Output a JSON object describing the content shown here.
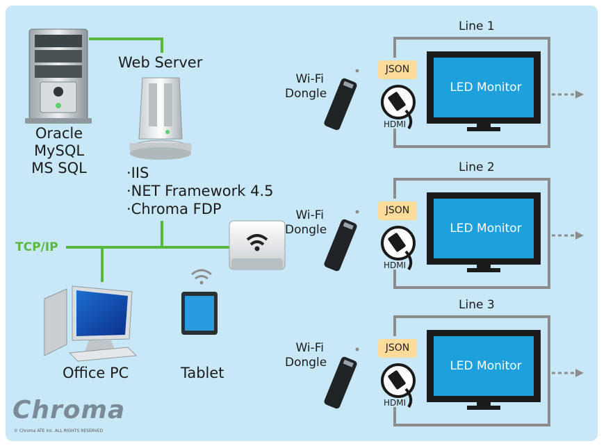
{
  "server": {
    "db_lines": [
      "Oracle",
      "MySQL",
      "MS SQL"
    ],
    "web_server_title": "Web Server",
    "web_server_specs": [
      "·IIS",
      "·NET Framework 4.5",
      "·Chroma FDP"
    ]
  },
  "network": {
    "protocol_label": "TCP/IP"
  },
  "clients": {
    "office_pc_label": "Office PC",
    "tablet_label": "Tablet"
  },
  "lines": [
    {
      "title": "Line 1",
      "dongle_label": [
        "Wi-Fi",
        "Dongle"
      ],
      "json_label": "JSON",
      "hdmi_label": "HDMI",
      "monitor_label": "LED Monitor"
    },
    {
      "title": "Line 2",
      "dongle_label": [
        "Wi-Fi",
        "Dongle"
      ],
      "json_label": "JSON",
      "hdmi_label": "HDMI",
      "monitor_label": "LED Monitor"
    },
    {
      "title": "Line 3",
      "dongle_label": [
        "Wi-Fi",
        "Dongle"
      ],
      "json_label": "JSON",
      "hdmi_label": "HDMI",
      "monitor_label": "LED Monitor"
    }
  ],
  "brand": {
    "logo_text": "Chroma",
    "copyright": "© Chroma ATE Inc. ALL RIGHTS RESERVED"
  },
  "colors": {
    "background": "#c8e8f8",
    "network_line": "#59b83c",
    "monitor_screen": "#1ea0dc",
    "json_tag": "#fddb9a",
    "frame": "#8c8c8c"
  }
}
